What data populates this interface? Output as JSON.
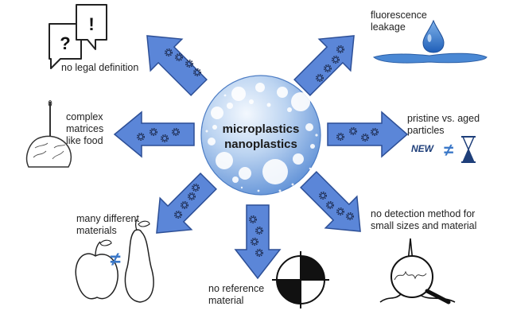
{
  "center": {
    "title_line1": "microplastics",
    "title_line2": "nanoplastics"
  },
  "challenges": [
    {
      "id": "legal",
      "direction": "up-left",
      "text": "no legal definition"
    },
    {
      "id": "fluorescence",
      "direction": "up-right",
      "text": "fluorescence\nleakage"
    },
    {
      "id": "matrices",
      "direction": "left",
      "text": "complex\nmatrices\nlike food"
    },
    {
      "id": "aged",
      "direction": "right",
      "text": "pristine vs. aged\nparticles"
    },
    {
      "id": "materials",
      "direction": "down-left",
      "text": "many different\nmaterials"
    },
    {
      "id": "reference",
      "direction": "down",
      "text": "no reference\nmaterial"
    },
    {
      "id": "detection",
      "direction": "down-right",
      "text": "no detection method for\nsmall sizes and material"
    }
  ],
  "glyphs": {
    "question": "?",
    "exclamation": "!",
    "new_badge": "NEW",
    "not_equal": "≠"
  },
  "icons": [
    "speech-bubbles-icon",
    "water-drop-icon",
    "needle-food-icon",
    "hourglass-icon",
    "apple-pear-icon",
    "reference-target-icon",
    "magnifier-spectrum-icon",
    "gear-icon"
  ],
  "colors": {
    "arrow_fill": "#5b86d8",
    "arrow_stroke": "#2d4f96",
    "sphere_light": "#e8f1fc",
    "sphere_dark": "#5d8fd6",
    "not_equal": "#3b78c8",
    "drop": "#3a7fd0"
  }
}
